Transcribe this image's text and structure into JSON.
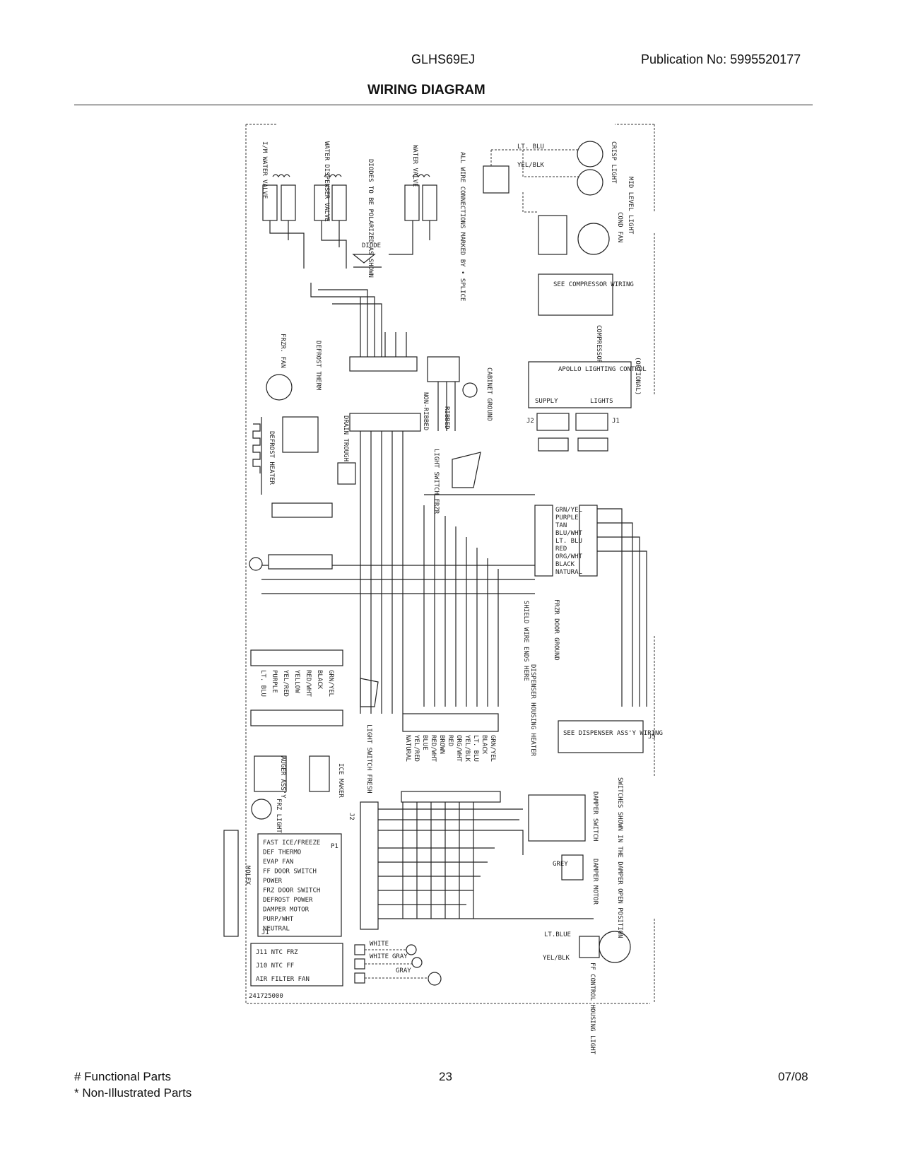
{
  "header": {
    "model": "GLHS69EJ",
    "publication": "Publication No:  5995520177",
    "title": "WIRING DIAGRAM"
  },
  "diagram": {
    "labels": {
      "im_water_valve": "I/M WATER VALVE",
      "water_dispenser_valve": "WATER DISPENSER VALVE",
      "water_valve": "WATER VALVE",
      "diodes_note": "DIODES TO BE POLARIZED AS SHOWN",
      "splice_note": "ALL WIRE CONNECTIONS MARKED BY • SPLICE",
      "crisp_light": "CRISP LIGHT",
      "mid_level_light": "MID LEVEL LIGHT",
      "cond_fan": "COND FAN",
      "see_compressor": "SEE COMPRESSOR WIRING",
      "compressor_ground": "COMPRESSOR GROUND",
      "cabinet_ground": "CABINET GROUND",
      "apollo": "APOLLO LIGHTING CONTROL",
      "supply": "SUPPLY",
      "lights": "LIGHTS",
      "optional": "(OPTIONAL)",
      "defrost_therm": "DEFROST THERM",
      "frzr_fan": "FRZR. FAN",
      "defrost_heater": "DEFROST HEATER",
      "drain_trough": "DRAIN TROUGH",
      "ribbed": "RIBBED",
      "non_ribbed": "NON-RIBBED",
      "light_switch_frzr": "LIGHT SWITCH FRZR",
      "light_switch_fresh": "LIGHT SWITCH FRESH",
      "shield_wire": "SHIELD WIRE ENDS HERE",
      "frzr_door_ground": "FRZR DOOR GROUND",
      "dispenser_heater": "DISPENSER HOUSING HEATER",
      "see_dispenser": "SEE DISPENSER ASS'Y WIRING",
      "ice_maker": "ICE MAKER",
      "auger_assy": "AUGER ASS'Y",
      "frz_light": "FRZ LIGHT",
      "damper_switch": "DAMPER SWITCH",
      "damper_motor": "DAMPER MOTOR",
      "switches_note": "SWITCHES SHOWN IN THE DAMPER OPEN POSITION",
      "ff_control_light": "FF CONTROL HOUSING LIGHT",
      "molex": "MOLEX",
      "part_no": "241725000",
      "diode": "DIODE",
      "lt_blu": "LT. BLU",
      "yel_blk": "YEL/BLK",
      "lt_blue": "LT.BLUE",
      "white": "WHITE",
      "gray": "GRAY",
      "grey": "GREY",
      "p1": "P1",
      "j1": "J1",
      "j2": "J2",
      "j5": "J5"
    },
    "board_inputs": [
      "FAST ICE/FREEZE",
      "DEF THERMO",
      "EVAP FAN",
      "FF DOOR SWITCH",
      "POWER",
      "FRZ DOOR SWITCH",
      "DEFROST POWER",
      "DAMPER MOTOR",
      "PURP/WHT",
      "NEUTRAL"
    ],
    "ntc_rows": [
      "J11 NTC FRZ",
      "J10 NTC FF",
      "AIR FILTER FAN"
    ],
    "wire_colors_center": [
      "GRN/YEL",
      "PURPLE",
      "TAN",
      "BLU/WHT",
      "LT. BLU",
      "RED",
      "ORG/WHT",
      "BLACK",
      "NATURAL"
    ],
    "wire_colors_harness": [
      "GRN/YEL",
      "BLACK",
      "LT. BLU",
      "YEL/BLK",
      "ORG/WHT",
      "RED",
      "BROWN",
      "RED/WHT",
      "BLUE",
      "YEL/RED",
      "NATURAL"
    ],
    "wire_colors_left": [
      "LT. BLU",
      "PURPLE",
      "YEL/RED",
      "YELLOW",
      "RED/WHT",
      "BLACK",
      "GRN/YEL"
    ]
  },
  "footer": {
    "functional": "# Functional Parts",
    "non_illustrated": "* Non-Illustrated Parts",
    "page": "23",
    "date": "07/08"
  }
}
